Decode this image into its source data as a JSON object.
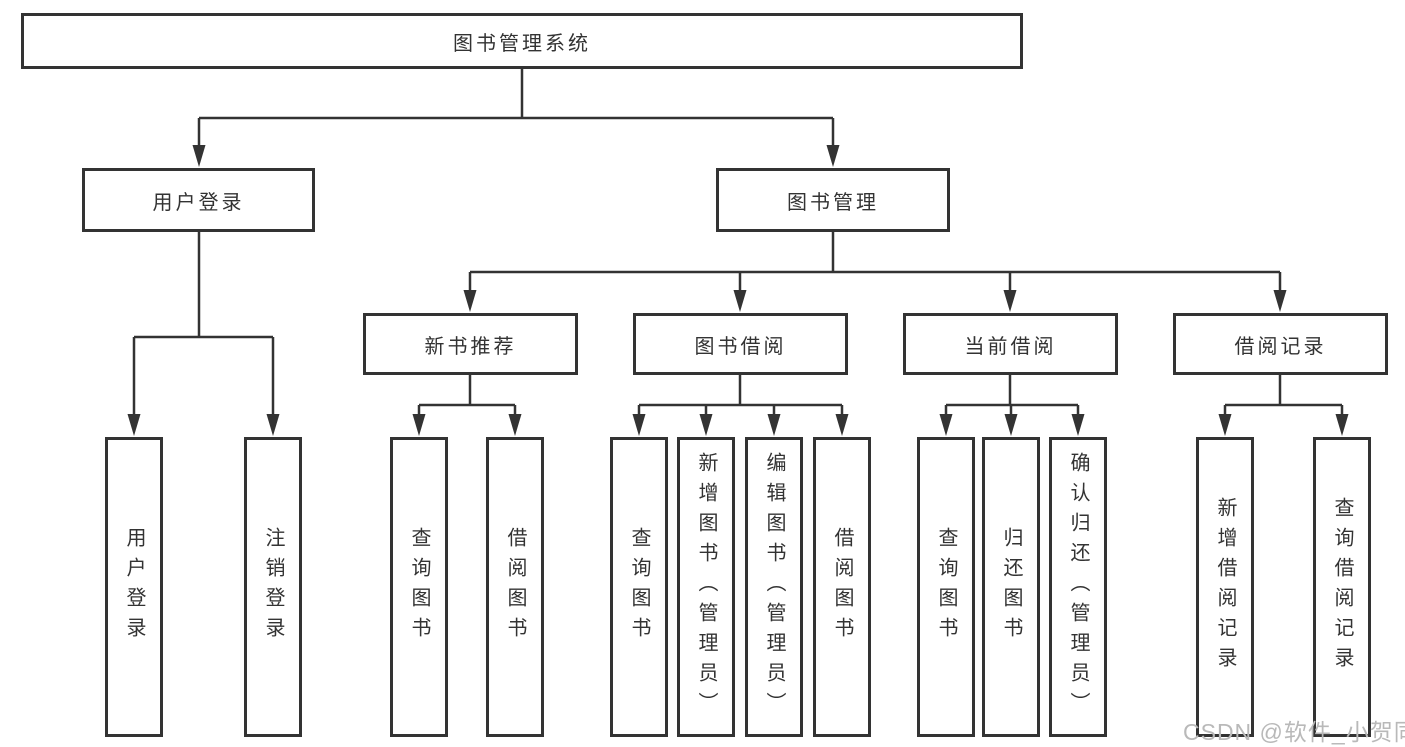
{
  "nodes": {
    "root": "图书管理系统",
    "level2": [
      "用户登录",
      "图书管理"
    ],
    "level3": [
      "新书推荐",
      "图书借阅",
      "当前借阅",
      "借阅记录"
    ],
    "user_login_children": [
      "用户登录",
      "注销登录"
    ],
    "new_book_children": [
      "查询图书",
      "借阅图书"
    ],
    "borrow_children": [
      "查询图书",
      "新增图书（管理员）",
      "编辑图书（管理员）",
      "借阅图书"
    ],
    "current_borrow_children": [
      "查询图书",
      "归还图书",
      "确认归还（管理员）"
    ],
    "record_children": [
      "新增借阅记录",
      "查询借阅记录"
    ]
  },
  "watermark": "CSDN @软件_小贺同学",
  "colors": {
    "line": "#333333",
    "text": "#333333",
    "box_background": "#ffffff",
    "watermark": "#b9b9b9"
  }
}
